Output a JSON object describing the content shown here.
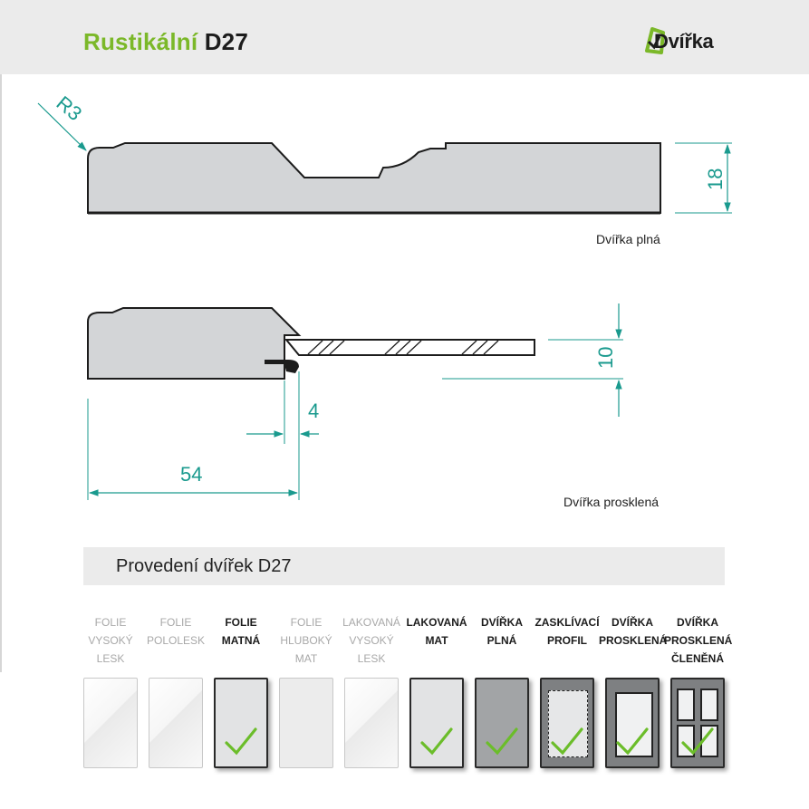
{
  "header": {
    "title_main": "Rustikální",
    "title_code": "D27",
    "logo_text": "Dvířka"
  },
  "diagram": {
    "radius_label": "R3",
    "dim_thickness": "18",
    "dim_glass": "10",
    "dim_groove": "4",
    "dim_width": "54",
    "caption_solid": "Dvířka plná",
    "caption_glazed": "Dvířka prosklená"
  },
  "section": {
    "title": "Provedení dvířek D27"
  },
  "options": [
    {
      "label": "FOLIE VYSOKÝ LESK",
      "available": false,
      "style": "gloss"
    },
    {
      "label": "FOLIE POLOLESK",
      "available": false,
      "style": "gloss"
    },
    {
      "label": "FOLIE MATNÁ",
      "available": true,
      "style": "matte"
    },
    {
      "label": "FOLIE HLUBOKÝ MAT",
      "available": false,
      "style": "deepmatte"
    },
    {
      "label": "LAKOVANÁ VYSOKÝ LESK",
      "available": false,
      "style": "gloss"
    },
    {
      "label": "LAKOVANÁ MAT",
      "available": true,
      "style": "matte"
    },
    {
      "label": "DVÍŘKA PLNÁ",
      "available": true,
      "style": "solid"
    },
    {
      "label": "ZASKLÍVACÍ PROFIL",
      "available": true,
      "style": "profile"
    },
    {
      "label": "DVÍŘKA PROSKLENÁ",
      "available": true,
      "style": "glazed"
    },
    {
      "label": "DVÍŘKA PROSKLENÁ ČLENĚNÁ",
      "available": true,
      "style": "divided"
    }
  ],
  "colors": {
    "brand_green": "#7bb829",
    "dimension_teal": "#1a9a8e",
    "profile_fill": "#d3d5d7",
    "check_green": "#6bbd2a"
  }
}
